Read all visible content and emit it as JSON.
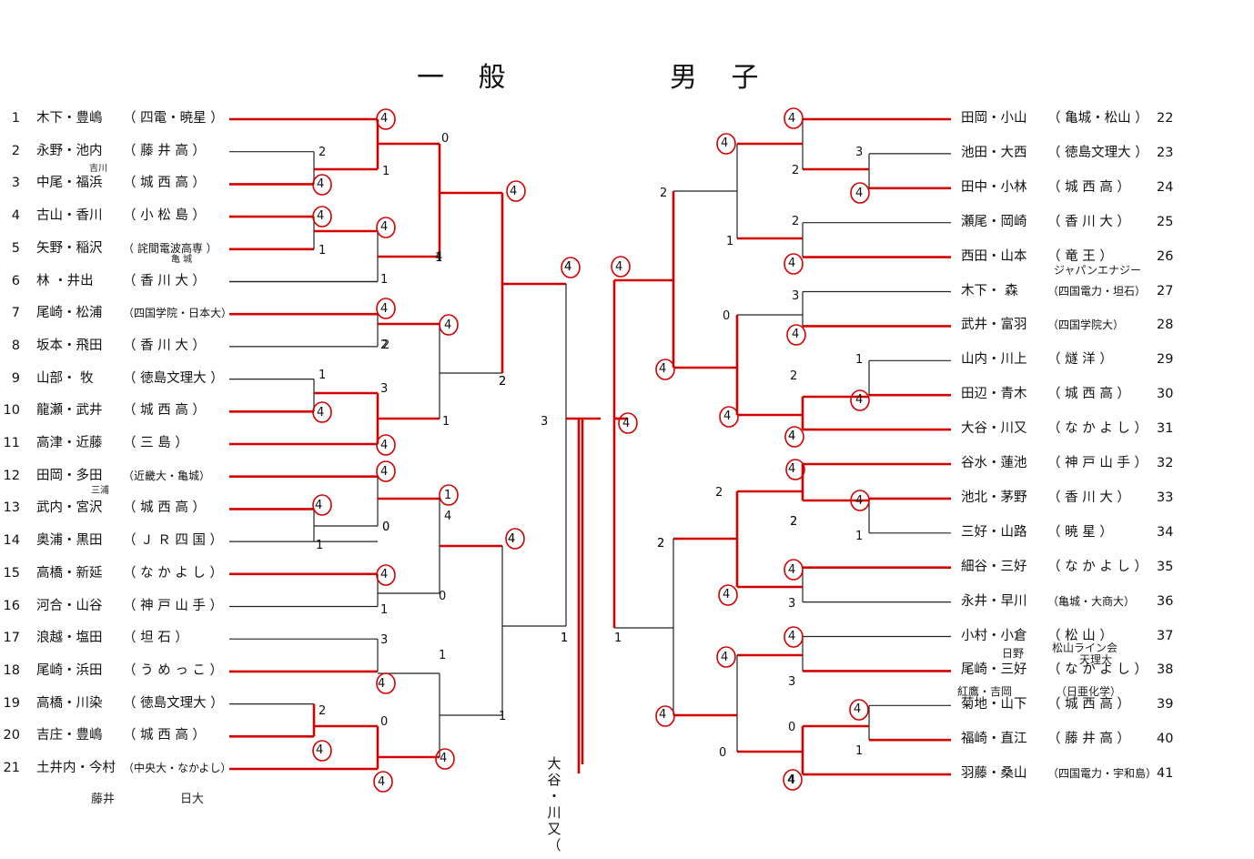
{
  "title": {
    "left": "一 般",
    "right": "男 子"
  },
  "left": [
    {
      "num": "1",
      "name": "木下・豊嶋",
      "team": "（ 四電・暁星 ）"
    },
    {
      "num": "2",
      "name": "永野・池内",
      "team": "（ 藤 井 高 ）"
    },
    {
      "num": "3",
      "name": "中尾・福浜",
      "team": "（ 城 西 高 ）"
    },
    {
      "num": "4",
      "name": "古山・香川",
      "team": "（ 小 松 島 ）"
    },
    {
      "num": "5",
      "name": "矢野・稲沢",
      "team": "（ 詫間電波高専 ）"
    },
    {
      "num": "6",
      "name": "林 ・井出",
      "team": "（ 香 川 大 ）"
    },
    {
      "num": "7",
      "name": "尾崎・松浦",
      "team": "（四国学院・日本大）"
    },
    {
      "num": "8",
      "name": "坂本・飛田",
      "team": "（ 香 川 大 ）"
    },
    {
      "num": "9",
      "name": "山部・ 牧",
      "team": "（ 徳島文理大 ）"
    },
    {
      "num": "10",
      "name": "龍瀬・武井",
      "team": "（ 城 西 高 ）"
    },
    {
      "num": "11",
      "name": "高津・近藤",
      "team": "（ 三 島 ）"
    },
    {
      "num": "12",
      "name": "田岡・多田",
      "team": "（近畿大・亀城）"
    },
    {
      "num": "13",
      "name": "武内・宮沢",
      "team": "（ 城 西 高 ）"
    },
    {
      "num": "14",
      "name": "奥浦・黒田",
      "team": "（ Ｊ Ｒ 四 国 ）"
    },
    {
      "num": "15",
      "name": "高橋・新延",
      "team": "（ な か よ し ）"
    },
    {
      "num": "16",
      "name": "河合・山谷",
      "team": "（ 神 戸 山 手 ）"
    },
    {
      "num": "17",
      "name": "浪越・塩田",
      "team": "（ 坦 石 ）"
    },
    {
      "num": "18",
      "name": "尾崎・浜田",
      "team": "（ う め っ こ ）"
    },
    {
      "num": "19",
      "name": "高橋・川染",
      "team": "（ 徳島文理大 ）"
    },
    {
      "num": "20",
      "name": "吉庄・豊嶋",
      "team": "（ 城 西 高 ）"
    },
    {
      "num": "21",
      "name": "土井内・今村",
      "team": "（中央大・なかよし）"
    }
  ],
  "right": [
    {
      "num": "22",
      "name": "田岡・小山",
      "team": "（ 亀城・松山 ）"
    },
    {
      "num": "23",
      "name": "池田・大西",
      "team": "（ 徳島文理大 ）"
    },
    {
      "num": "24",
      "name": "田中・小林",
      "team": "（ 城 西 高 ）"
    },
    {
      "num": "25",
      "name": "瀬尾・岡崎",
      "team": "（ 香 川 大 ）"
    },
    {
      "num": "26",
      "name": "西田・山本",
      "team": "（ 竜 王 ）"
    },
    {
      "num": "27",
      "name": "木下・ 森",
      "team": "（四国電力・坦石）"
    },
    {
      "num": "28",
      "name": "武井・富羽",
      "team": "（四国学院大）"
    },
    {
      "num": "29",
      "name": "山内・川上",
      "team": "（ 燧 洋 ）"
    },
    {
      "num": "30",
      "name": "田辺・青木",
      "team": "（ 城 西 高 ）"
    },
    {
      "num": "31",
      "name": "大谷・川又",
      "team": "（ な か よ し ）"
    },
    {
      "num": "32",
      "name": "谷水・蓮池",
      "team": "（ 神 戸 山 手 ）"
    },
    {
      "num": "33",
      "name": "池北・茅野",
      "team": "（ 香 川 大 ）"
    },
    {
      "num": "34",
      "name": "三好・山路",
      "team": "（ 暁 星 ）"
    },
    {
      "num": "35",
      "name": "細谷・三好",
      "team": "（ な か よ し ）"
    },
    {
      "num": "36",
      "name": "永井・早川",
      "team": "（亀城・大商大）"
    },
    {
      "num": "37",
      "name": "小村・小倉",
      "team": "（ 松 山 ）"
    },
    {
      "num": "38",
      "name": "尾崎・三好",
      "team": "（ な か よ し ）"
    },
    {
      "num": "39",
      "name": "菊地・山下",
      "team": "（ 城 西 高 ）"
    },
    {
      "num": "40",
      "name": "福崎・直江",
      "team": "（ 藤 井 高 ）"
    },
    {
      "num": "41",
      "name": "羽藤・桑山",
      "team": "（四国電力・宇和島）"
    }
  ],
  "handwritten": {
    "n2": "吉川",
    "n5": "亀 城",
    "n12": "三浦",
    "n21a": "藤井",
    "n21b": "日大",
    "n26": "ジャパンエナジー",
    "n37a": "日野",
    "n37b": "松山ライン会",
    "n38a": "天理大",
    "n38b": "紅鷹・吉岡",
    "n38c": "（日亜化学）",
    "final_note": "大谷・川又（なかよし）"
  },
  "scores": {
    "l1": "4",
    "l2": "2",
    "l3": "4",
    "l4": "4",
    "l5": "1",
    "l6": "1",
    "l7": "4",
    "l8": "2",
    "l9": "1",
    "l10": "4",
    "l11": "4",
    "l12": "4",
    "l13": "4",
    "l14": "1",
    "l15": "4",
    "l16": "1",
    "l17": "3",
    "l18": "4",
    "l19": "2",
    "l20": "4",
    "l21": "4",
    "l12_3": "1",
    "l45": "4",
    "l45_6": "1",
    "l78": "4",
    "l78b": "2",
    "l9_10": "3",
    "l9_10_11": "1",
    "l12_13": "0",
    "l14b": "1",
    "l15_16": "4",
    "l15_16b": "0",
    "l17_18": "1",
    "l19_20": "0",
    "l19_20b": "4",
    "q1": "0",
    "q2": "4",
    "q3": "4",
    "q4": "2",
    "q5": "4",
    "q6": "0",
    "s1": "4",
    "s2": "2",
    "s3": "4",
    "s4": "1",
    "s5": "1",
    "lf": "4",
    "lfb": "3",
    "lfc": "1",
    "rf": "4",
    "rfb": "4",
    "rfc": "1",
    "r22": "4",
    "r22b": "2",
    "r23": "3",
    "r24": "4",
    "r25": "2",
    "r26": "4",
    "r27": "3",
    "r28": "4",
    "r29": "1",
    "r30": "4",
    "r31": "4",
    "r32": "4",
    "r33": "4",
    "r34": "1",
    "r35": "4",
    "r36": "3",
    "r37": "4",
    "r38": "3",
    "r39": "4",
    "r40": "1",
    "r41": "4",
    "rq1": "4",
    "rq2": "1",
    "rq3": "0",
    "rq4": "4",
    "rq5": "2",
    "rq6": "4",
    "rq7": "2",
    "rq8": "2",
    "rq9": "4",
    "rq10": "2",
    "rq11": "4",
    "rq12": "0",
    "rs1": "2",
    "rs2": "4",
    "rs3": "2",
    "rs4": "4",
    "rq13": "0",
    "rq14": "4",
    "rq15": "2"
  }
}
